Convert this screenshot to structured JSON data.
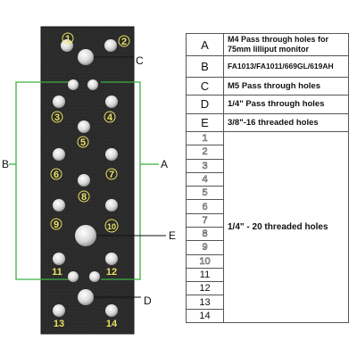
{
  "callouts": {
    "a": "A",
    "b": "B",
    "c": "C",
    "d": "D",
    "e": "E"
  },
  "plate_labels": [
    "1",
    "2",
    "3",
    "4",
    "5",
    "6",
    "7",
    "8",
    "9",
    "10",
    "11",
    "12",
    "13",
    "14"
  ],
  "legend": {
    "rows": [
      {
        "key": "A",
        "desc": "M4 Pass through holes for 75mm lilliput monitor"
      },
      {
        "key": "B",
        "desc": "FA1013/FA1011/669GL/619AH"
      },
      {
        "key": "C",
        "desc": "M5 Pass through holes"
      },
      {
        "key": "D",
        "desc": "1/4\" Pass through holes"
      },
      {
        "key": "E",
        "desc": "3/8\"-16 threaded holes"
      }
    ],
    "numbers": [
      "1",
      "2",
      "3",
      "4",
      "5",
      "6",
      "7",
      "8",
      "9",
      "10",
      "11",
      "12",
      "13",
      "14"
    ],
    "numbers_desc": "1/4\" - 20  threaded holes"
  },
  "colors": {
    "plate": "#2a2a2a",
    "label": "#e8e060",
    "green_bracket": "#3cb043"
  }
}
